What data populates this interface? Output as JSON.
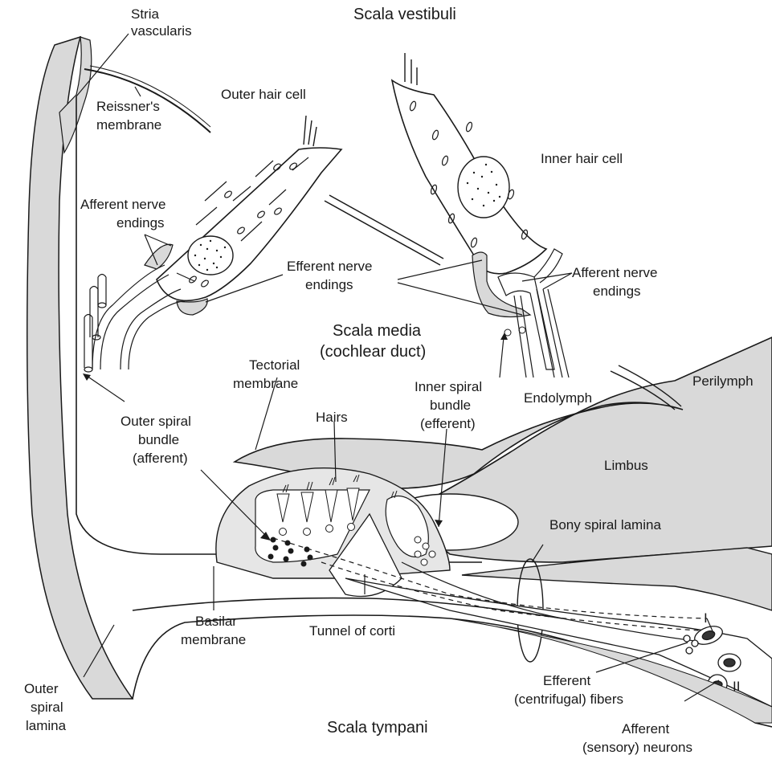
{
  "colors": {
    "tissue": "#d9d9d9",
    "line": "#1a1a1a",
    "fill": "#ffffff"
  },
  "labels": {
    "scala_vestibuli": "Scala vestibuli",
    "stria_1": "Stria",
    "stria_2": "vascularis",
    "reissner_1": "Reissner's",
    "reissner_2": "membrane",
    "outer_hair_cell": "Outer hair cell",
    "inner_hair_cell": "Inner hair cell",
    "afferent_endings_left_1": "Afferent nerve",
    "afferent_endings_left_2": "endings",
    "efferent_endings_1": "Efferent nerve",
    "efferent_endings_2": "endings",
    "afferent_endings_right_1": "Afferent nerve",
    "afferent_endings_right_2": "endings",
    "scala_media_1": "Scala media",
    "scala_media_2": "(cochlear duct)",
    "tectorial_1": "Tectorial",
    "tectorial_2": "membrane",
    "perilymph": "Perilymph",
    "endolymph": "Endolymph",
    "inner_spiral_1": "Inner spiral",
    "inner_spiral_2": "bundle",
    "inner_spiral_3": "(efferent)",
    "hairs": "Hairs",
    "outer_spiral_bundle_1": "Outer spiral",
    "outer_spiral_bundle_2": "bundle",
    "outer_spiral_bundle_3": "(afferent)",
    "limbus": "Limbus",
    "bony_spiral_lamina": "Bony spiral lamina",
    "neuron_I": "I",
    "neuron_II": "II",
    "basilar_1": "Basilar",
    "basilar_2": "membrane",
    "tunnel_of_corti": "Tunnel of corti",
    "efferent_fibers_1": "Efferent",
    "efferent_fibers_2": "(centrifugal) fibers",
    "outer_spiral_lamina_1": "Outer",
    "outer_spiral_lamina_2": "spiral",
    "outer_spiral_lamina_3": "lamina",
    "scala_tympani": "Scala tympani",
    "afferent_neurons_1": "Afferent",
    "afferent_neurons_2": "(sensory) neurons"
  }
}
